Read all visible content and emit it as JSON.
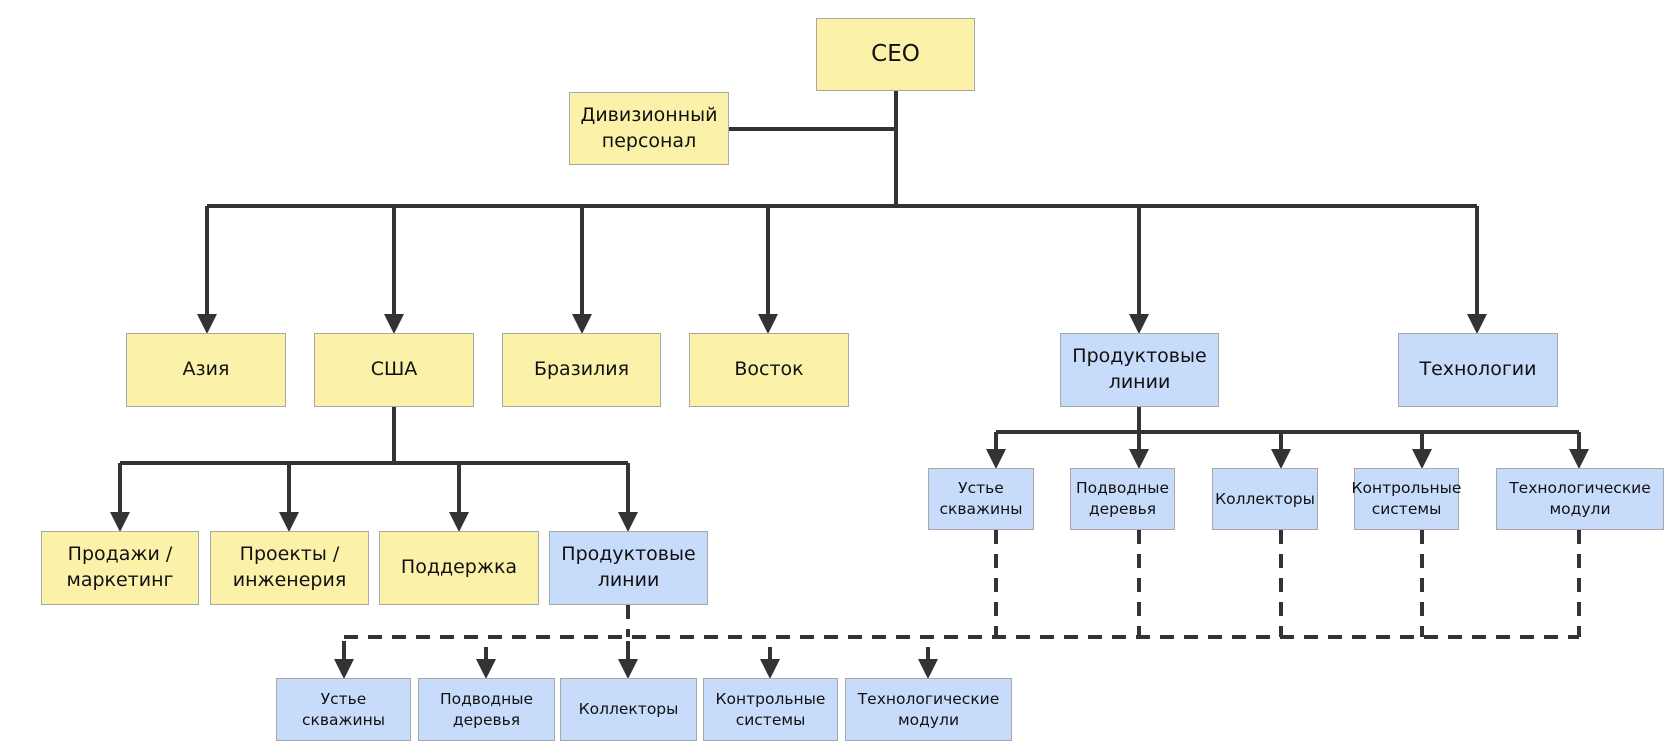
{
  "colors": {
    "manager_fill": "#fbf1a9",
    "product_fill": "#c7dbfb",
    "connector": "#333333"
  },
  "nodes": {
    "ceo": "CEO",
    "division_staff": "Дивизионный персонал",
    "asia": "Азия",
    "usa": "США",
    "brazil": "Бразилия",
    "east": "Восток",
    "product_lines": "Продуктовые линии",
    "technologies": "Технологии",
    "sales": "Продажи / маркетинг",
    "projects": "Проекты / инженерия",
    "support": "Поддержка",
    "usa_product_lines": "Продуктовые линии",
    "pl_wellhead": "Устье скважины",
    "pl_subsea_trees": "Подводные деревья",
    "pl_manifolds": "Коллекторы",
    "pl_control_systems": "Контрольные системы",
    "pl_process_modules": "Технологические модули",
    "b_wellhead": "Устье скважины",
    "b_subsea_trees": "Подводные деревья",
    "b_manifolds": "Коллекторы",
    "b_control_systems": "Контрольные системы",
    "b_process_modules": "Технологические модули"
  }
}
